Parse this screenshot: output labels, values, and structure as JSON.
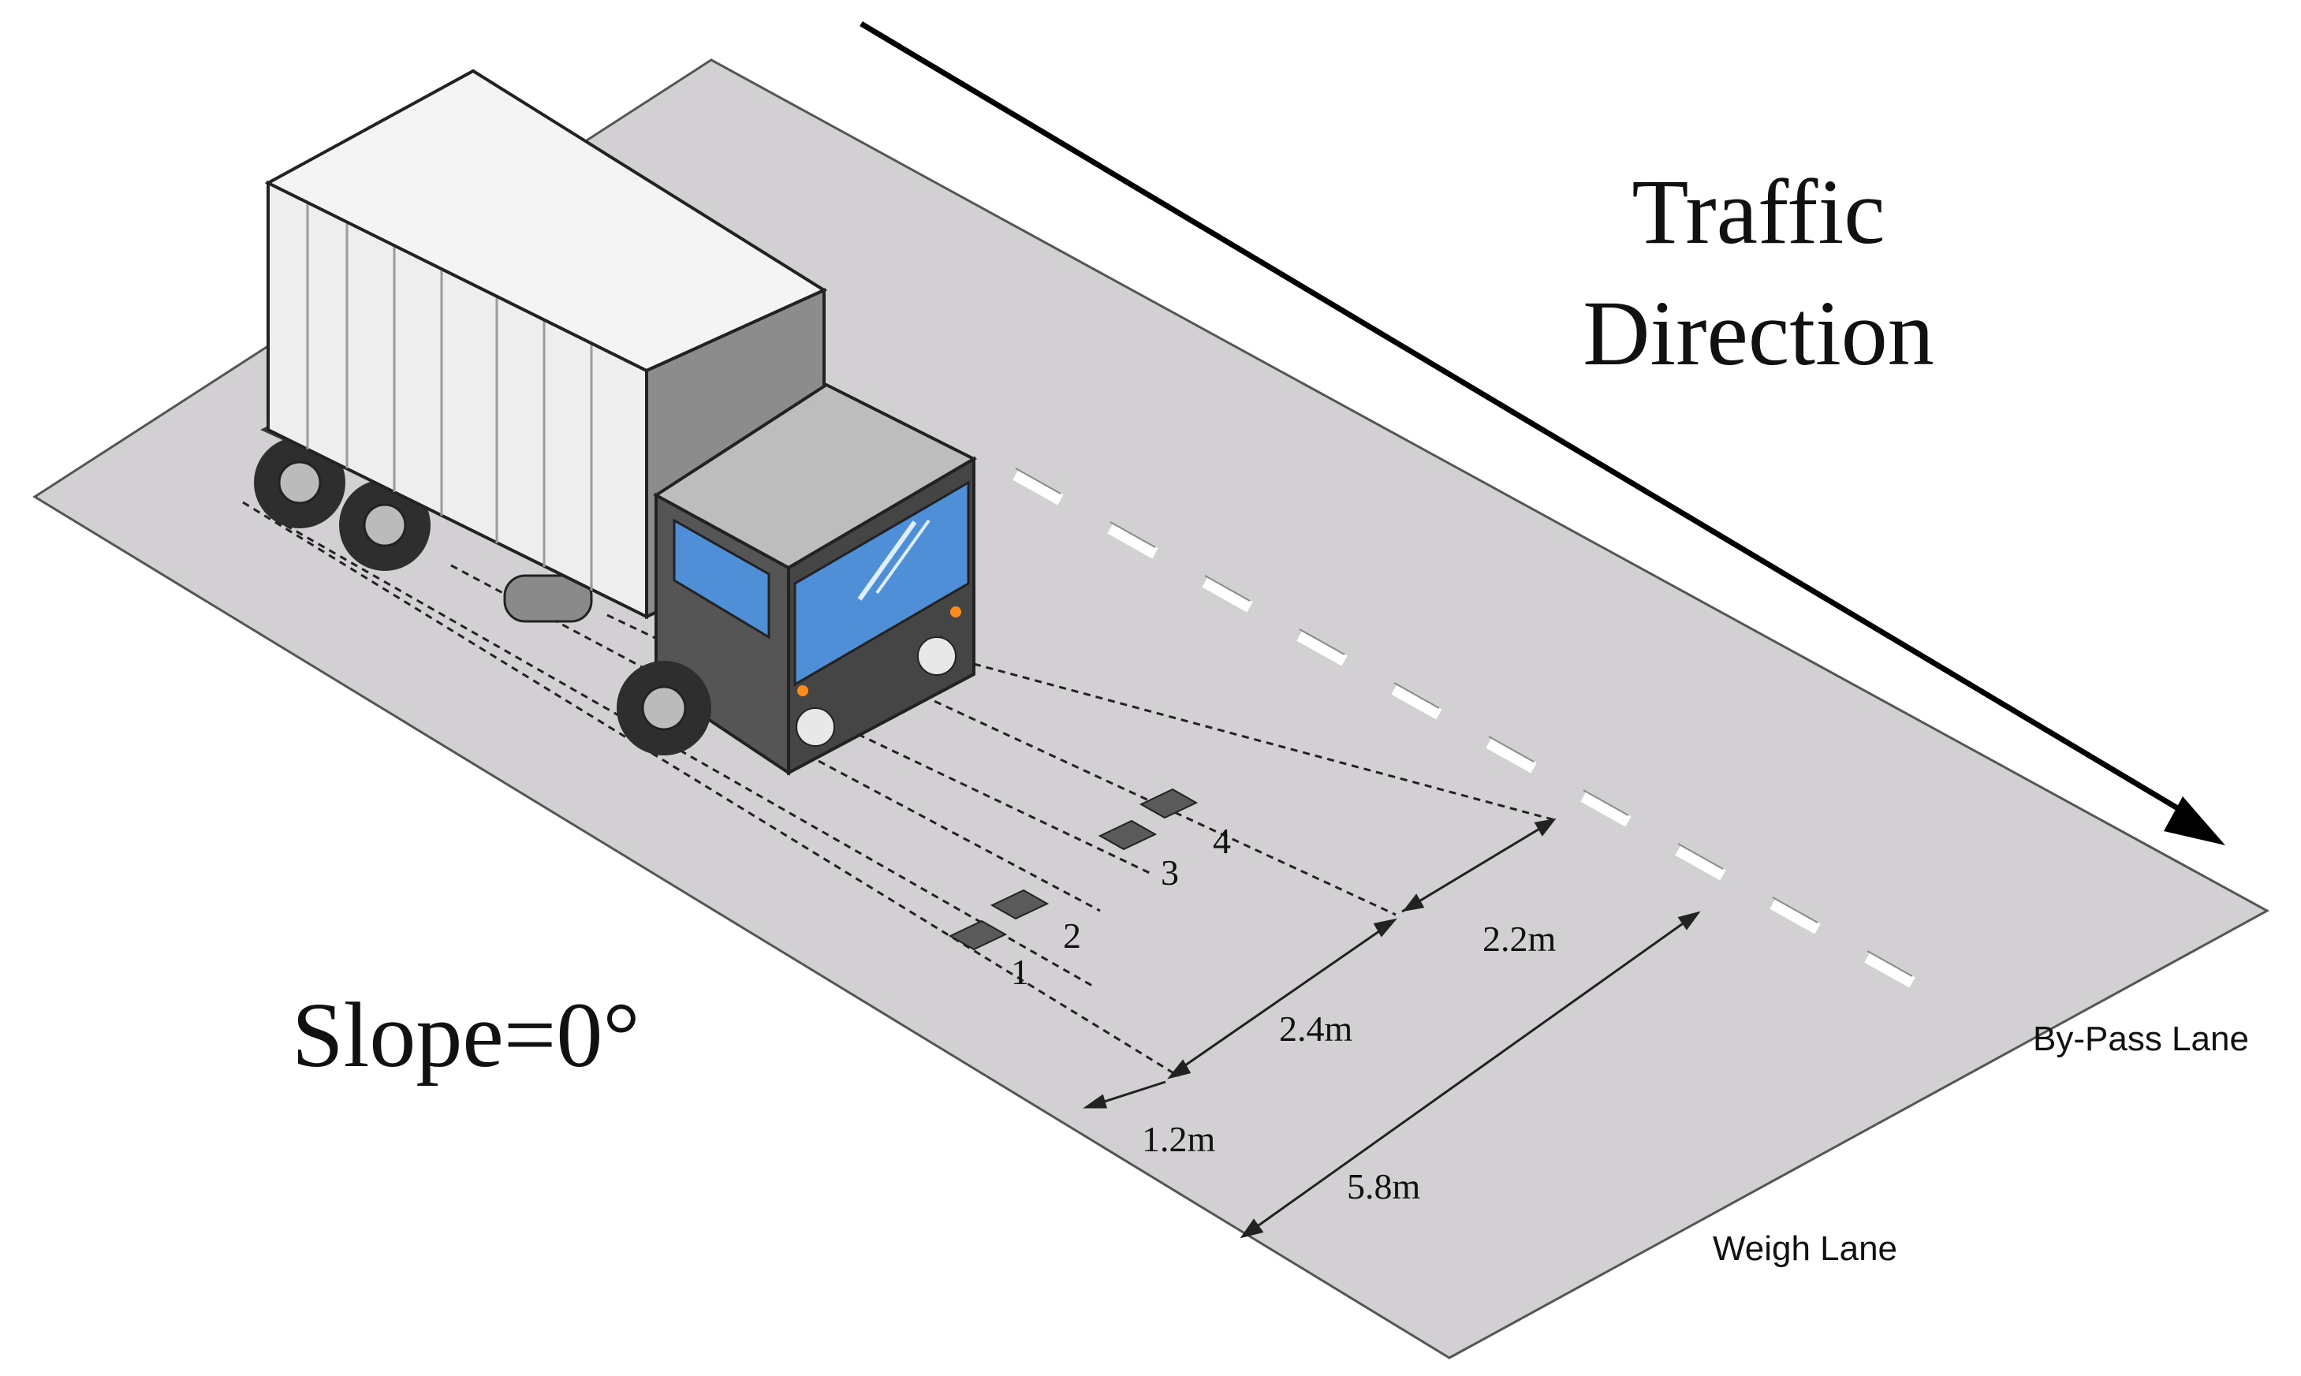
{
  "title": {
    "line1": "Traffic",
    "line2": "Direction"
  },
  "slope_label": "Slope=0°",
  "lanes": {
    "bypass": "By-Pass Lane",
    "weigh": "Weigh Lane"
  },
  "dimensions": {
    "d1": "1.2m",
    "d2": "2.4m",
    "d3": "2.2m",
    "d4": "5.8m"
  },
  "sensors": [
    "1",
    "2",
    "3",
    "4"
  ],
  "colors": {
    "road": "#d3d0d3",
    "lane_marking": "#ffffff",
    "sensor": "#555555",
    "truck_cargo": "#eeeeee",
    "truck_cab": "#4a4a4a",
    "windshield": "#4f8fd8"
  }
}
